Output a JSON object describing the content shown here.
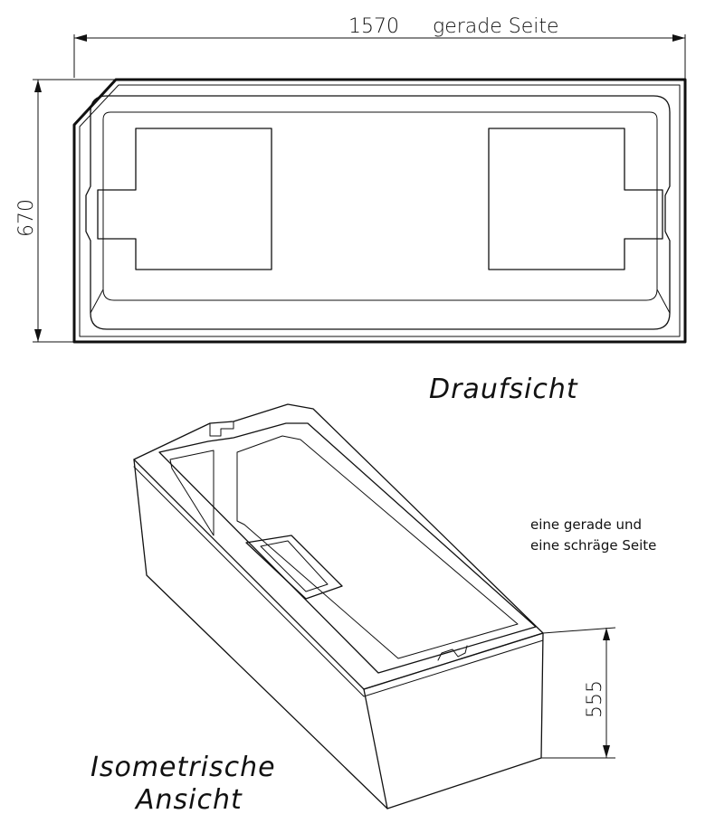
{
  "dimensions": {
    "length": "1570",
    "length_note": "gerade Seite",
    "width": "670",
    "height": "555"
  },
  "labels": {
    "top_view": "Draufsicht",
    "iso_line1": "Isometrische",
    "iso_line2": "Ansicht",
    "note_line1": "eine gerade und",
    "note_line2": "eine schräge Seite"
  }
}
